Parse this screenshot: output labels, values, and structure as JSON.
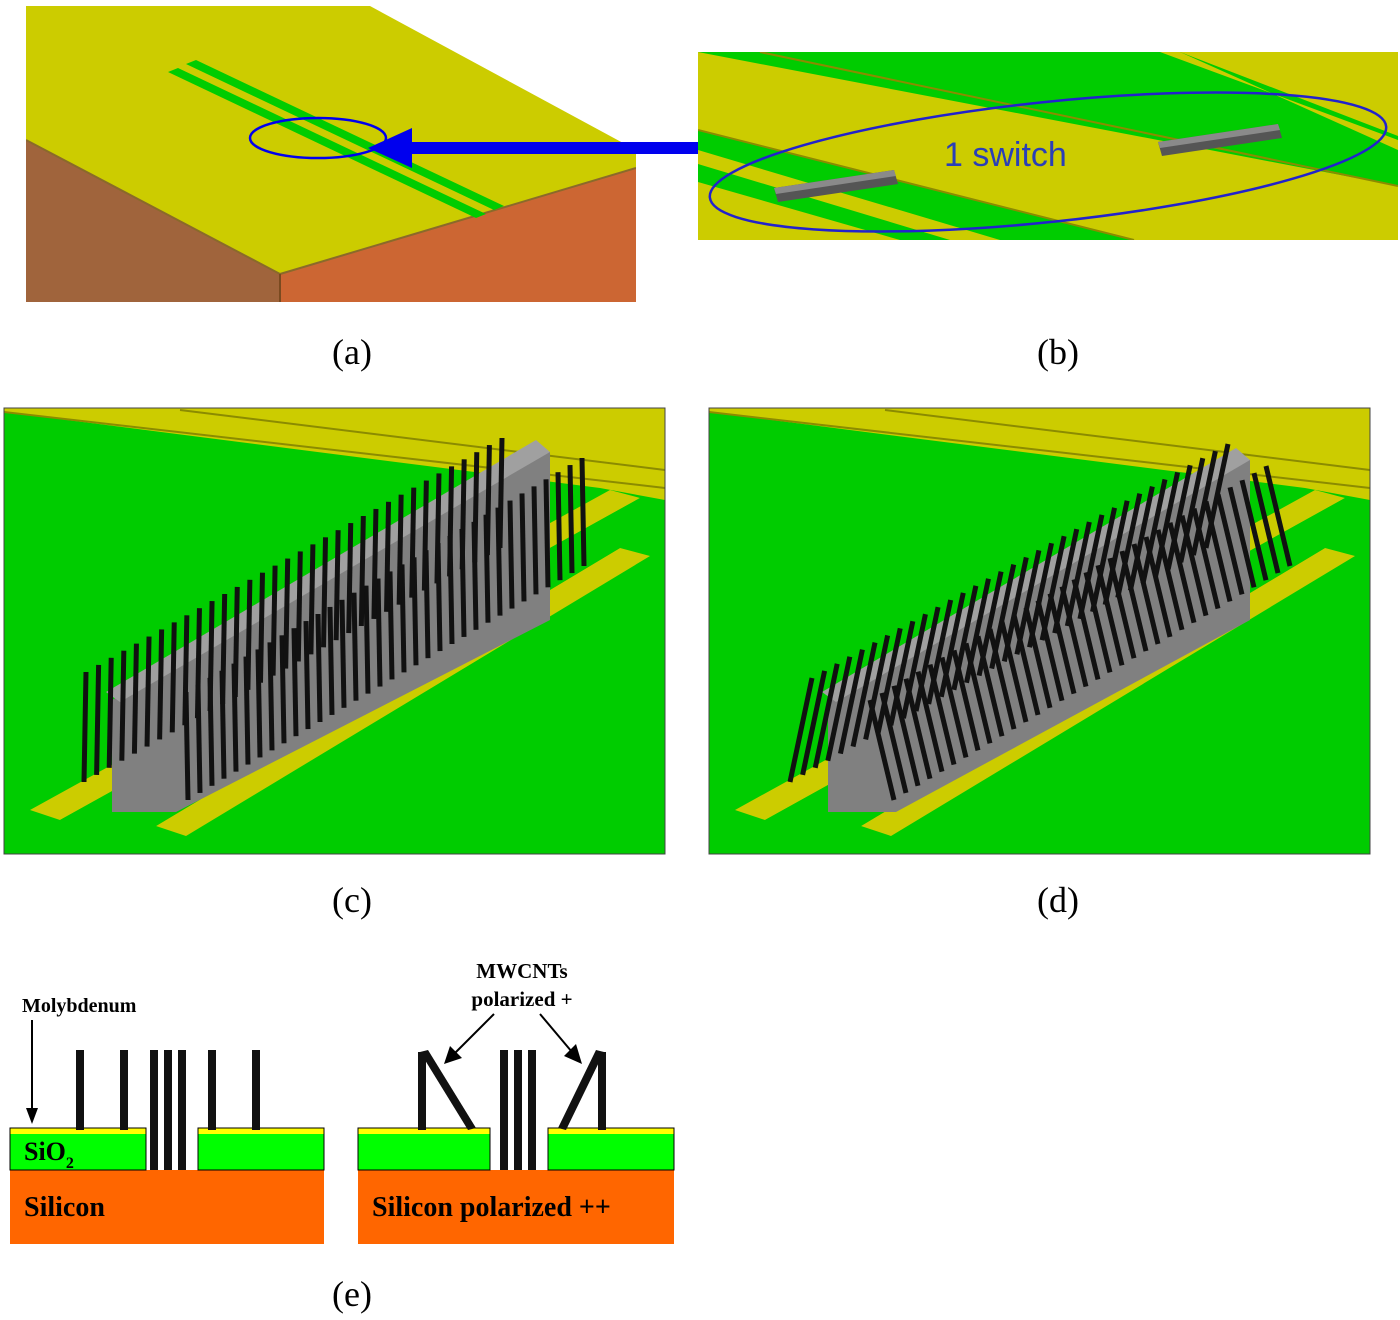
{
  "panels": {
    "a": {
      "caption": "(a)"
    },
    "b": {
      "caption": "(b)",
      "callout": "1 switch"
    },
    "c": {
      "caption": "(c)"
    },
    "d": {
      "caption": "(d)"
    },
    "e": {
      "caption": "(e)",
      "left": {
        "top_label": "Molybdenum",
        "oxide_label": "SiO",
        "oxide_subscript": "2",
        "substrate_label": "Silicon"
      },
      "right": {
        "top_label_line1": "MWCNTs",
        "top_label_line2": "polarized +",
        "substrate_label": "Silicon polarized ++"
      }
    }
  },
  "colors": {
    "olive_metal": "#cccc00",
    "green_oxide": "#00cc00",
    "silicon_orange": "#ff6600",
    "block_left_face": "#a0643c",
    "block_right_face": "#cc6633",
    "annotation_blue": "#0000ee",
    "nanotube_black": "#111111",
    "electrode_gray": "#808080"
  }
}
